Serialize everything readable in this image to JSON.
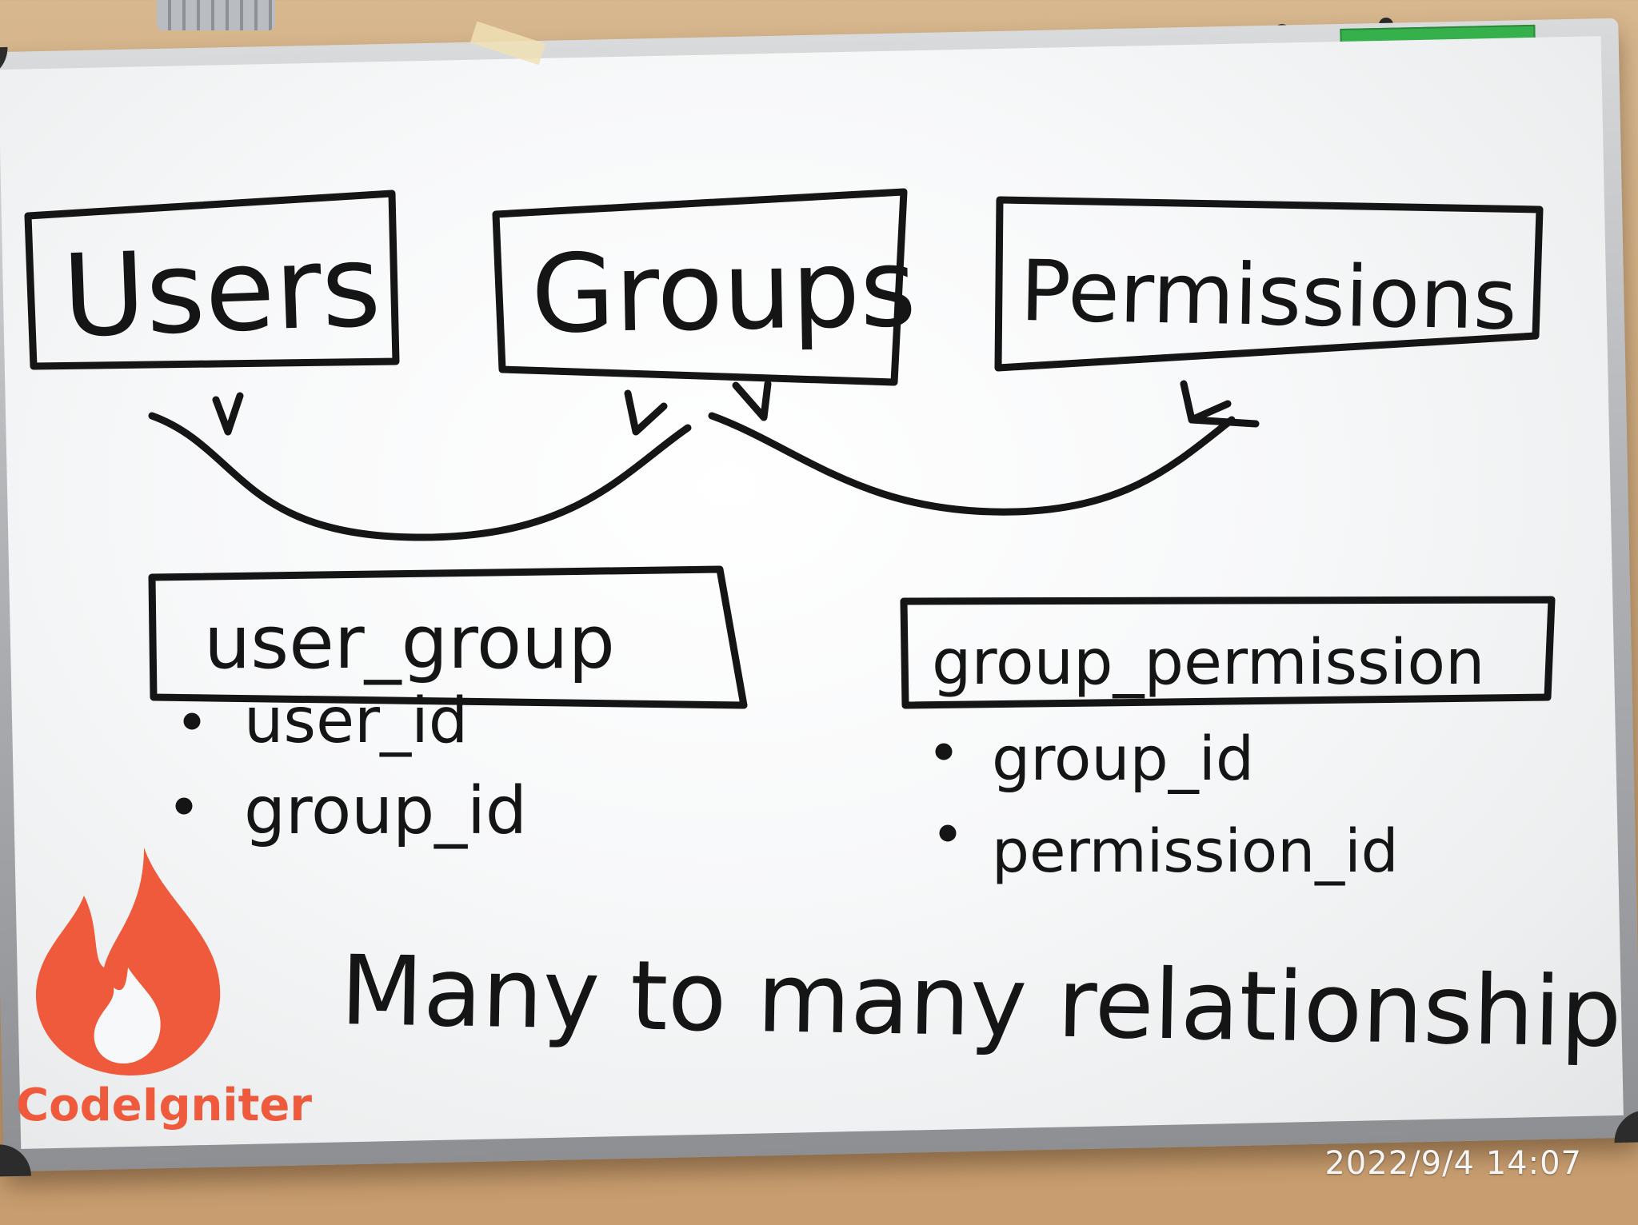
{
  "diagram": {
    "entities": [
      {
        "label": "Users"
      },
      {
        "label": "Groups"
      },
      {
        "label": "Permissions"
      }
    ],
    "junctions": [
      {
        "label": "user_group",
        "fields": [
          "user_id",
          "group_id"
        ]
      },
      {
        "label": "group_permission",
        "fields": [
          "group_id",
          "permission_id"
        ]
      }
    ],
    "caption": "Many to many relationship"
  },
  "logo": {
    "text": "CodeIgniter",
    "color": "#ef5a3c",
    "icon": "flame-icon"
  },
  "timestamp": "2022/9/4 14:07",
  "colors": {
    "ink": "#151515",
    "board": "#f7f8f9",
    "wall": "#d7b78e",
    "frame_tab": "#35b04a"
  }
}
